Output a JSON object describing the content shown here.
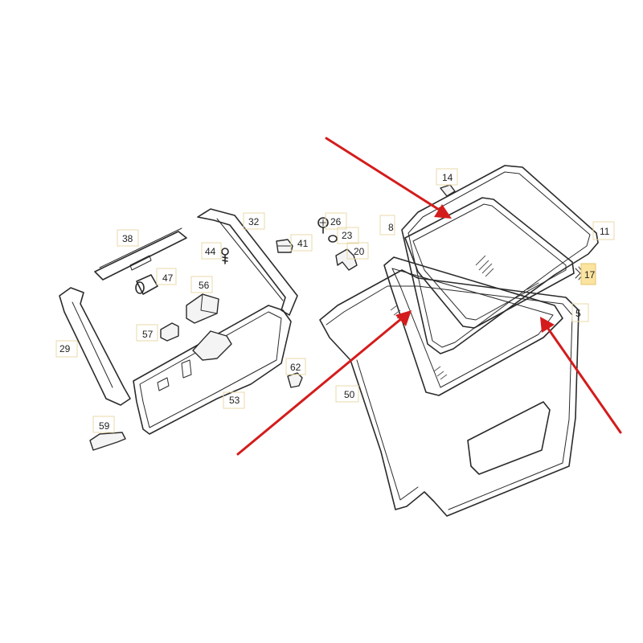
{
  "diagram": {
    "labels": {
      "l14": "14",
      "l32": "32",
      "l26": "26",
      "l23": "23",
      "l8": "8",
      "l38": "38",
      "l41": "41",
      "l44": "44",
      "l20": "20",
      "l11": "11",
      "l47": "47",
      "l17": "17",
      "l56": "56",
      "l5": "5",
      "l57": "57",
      "l29": "29",
      "l62": "62",
      "l50": "50",
      "l53": "53",
      "l59": "59"
    },
    "highlight_color": "#fbe3a0",
    "arrow_color": "#d41c1c",
    "highlighted_part": "17"
  }
}
